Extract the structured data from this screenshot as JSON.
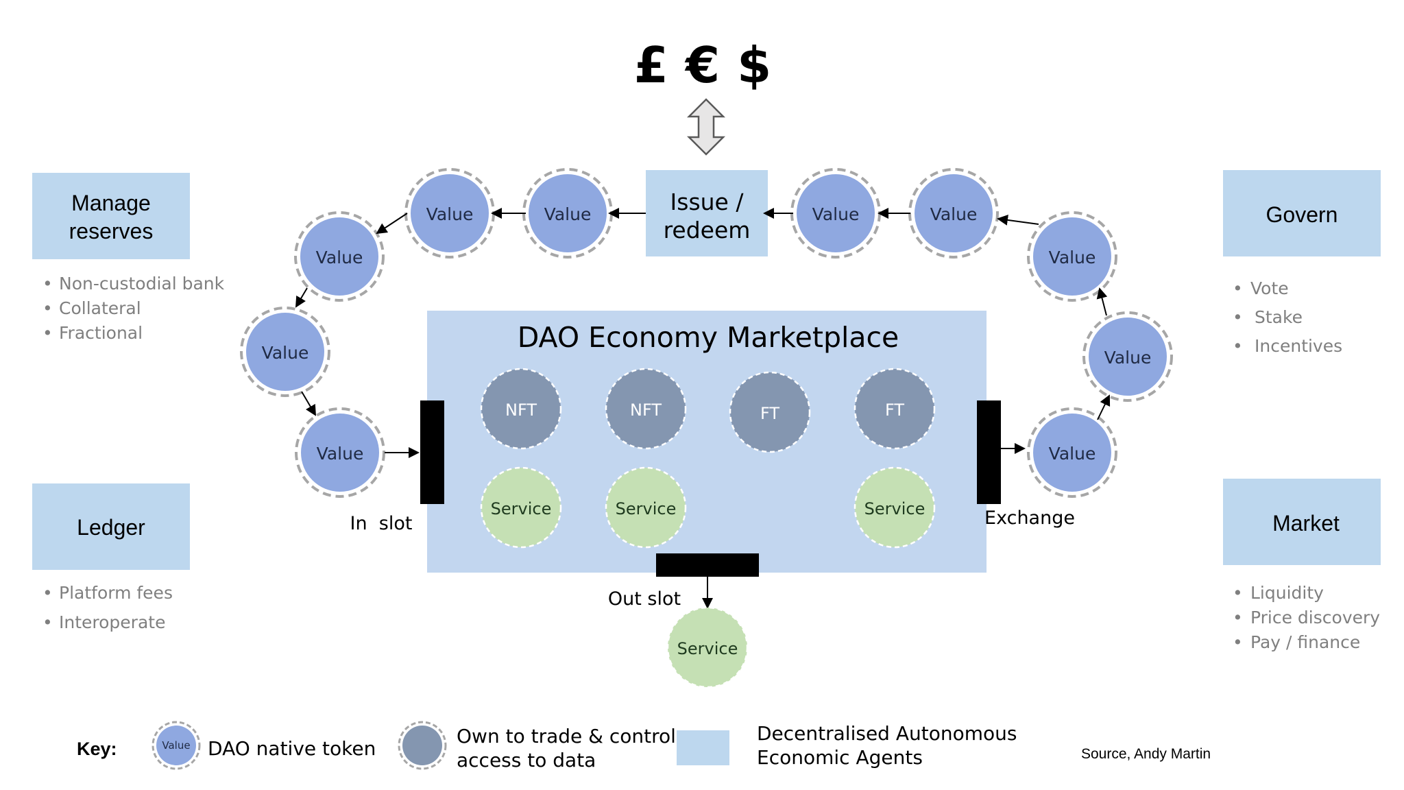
{
  "currency": "£ € $",
  "marketplace": {
    "title": "DAO Economy Marketplace",
    "assets": [
      "NFT",
      "NFT",
      "FT",
      "FT"
    ],
    "services": [
      "Service",
      "Service",
      "Service"
    ]
  },
  "slots": {
    "in": "In  slot",
    "out": "Out slot",
    "exchange": "Exchange"
  },
  "out_service": "Service",
  "issue_redeem": [
    "Issue /",
    "redeem"
  ],
  "value_label": "Value",
  "functions": {
    "manage_reserves": {
      "title": [
        "Manage",
        "reserves"
      ],
      "bullets": [
        "Non-custodial bank",
        "Collateral",
        "Fractional"
      ]
    },
    "ledger": {
      "title": "Ledger",
      "bullets": [
        "Platform fees",
        "Interoperate"
      ]
    },
    "govern": {
      "title": "Govern",
      "bullets": [
        "Vote",
        "Stake",
        "Incentives"
      ]
    },
    "market": {
      "title": "Market",
      "bullets": [
        "Liquidity",
        "Price discovery",
        "Pay / finance"
      ]
    }
  },
  "key": {
    "label": "Key:",
    "token_icon_text": "Value",
    "token": "DAO native token",
    "own": [
      "Own to trade & control",
      "access to data"
    ],
    "agents": [
      "Decentralised Autonomous",
      "Economic Agents"
    ]
  },
  "source": "Source, Andy Martin",
  "colors": {
    "value_fill": "#8fa8e0",
    "value_ring": "#a6a6a6",
    "asset_fill": "#8496b0",
    "service_fill": "#c5e0b4",
    "panel": "#bdd7ee",
    "marketplace": "#c2d6ef",
    "slot": "#000000",
    "bullet_text": "#7f7f7f"
  }
}
